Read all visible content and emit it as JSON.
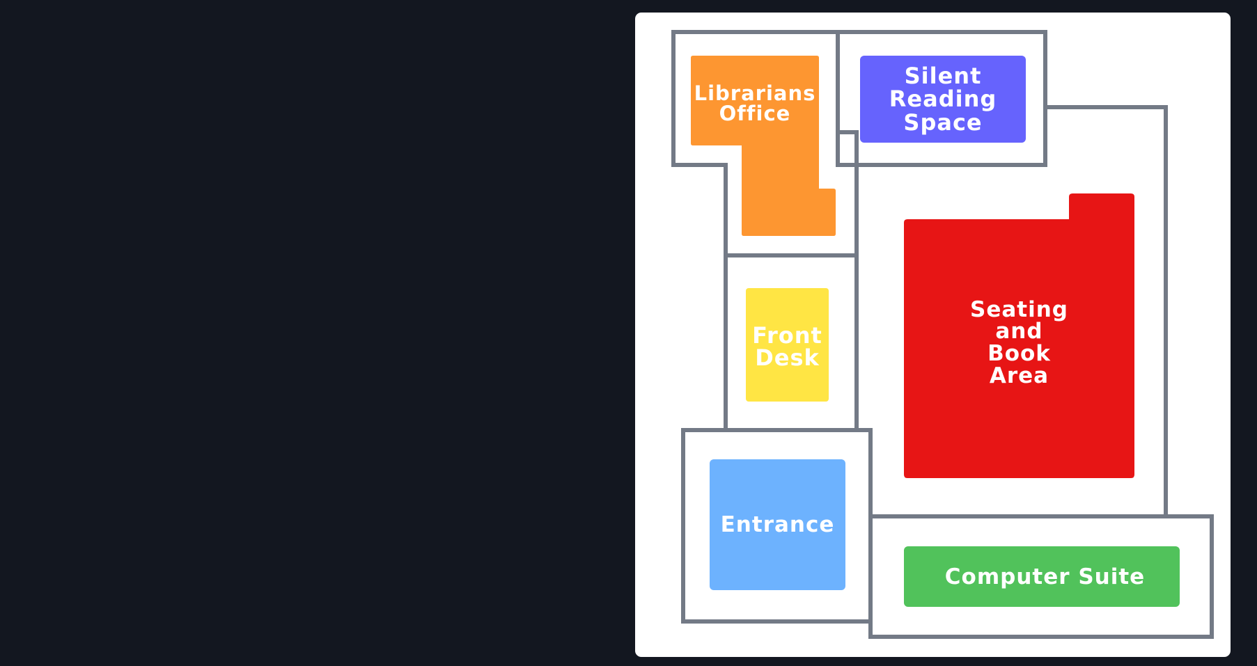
{
  "rooms": {
    "librarians_office": {
      "label": "Librarians\nOffice",
      "color": "#fd9631"
    },
    "silent_reading": {
      "label": "Silent\nReading\nSpace",
      "color": "#6663fd"
    },
    "front_desk": {
      "label": "Front\nDesk",
      "color": "#ffe544"
    },
    "seating_book_area": {
      "label": "Seating\nand\nBook\nArea",
      "color": "#e71515"
    },
    "entrance": {
      "label": "Entrance",
      "color": "#6db2fe"
    },
    "computer_suite": {
      "label": "Computer Suite",
      "color": "#51c25b"
    }
  },
  "colors": {
    "background": "#131720",
    "canvas": "#ffffff",
    "wall": "#737a86"
  }
}
